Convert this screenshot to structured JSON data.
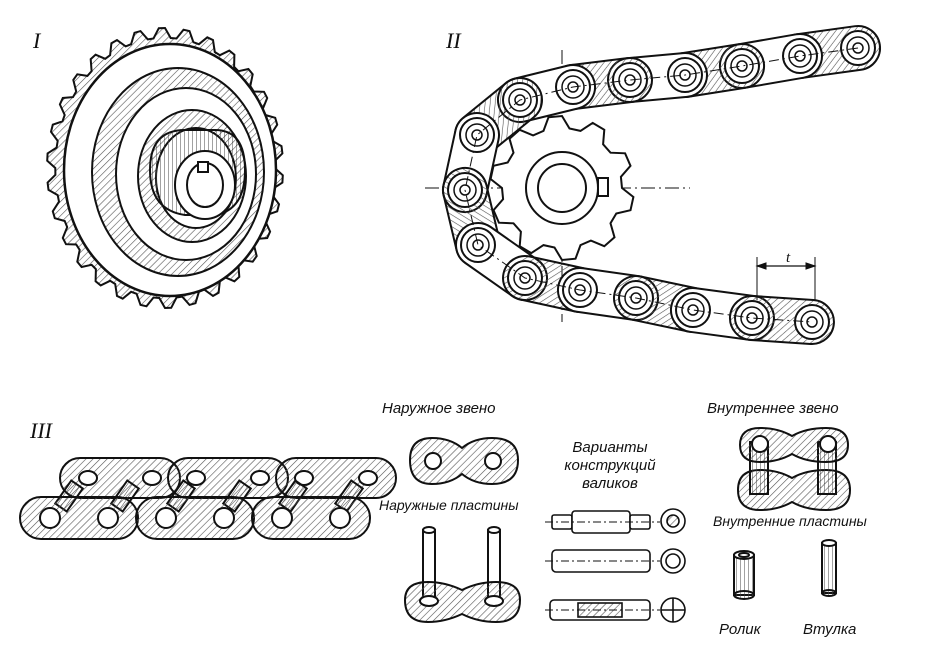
{
  "sections": {
    "sprocket": "I",
    "chain_drive": "II",
    "chain_parts": "III"
  },
  "pitch_label": "t",
  "labels": {
    "outer_link": "Наружное звено",
    "inner_link": "Внутреннее звено",
    "pin_variants_l1": "Варианты",
    "pin_variants_l2": "конструкций",
    "pin_variants_l3": "валиков",
    "outer_plates": "Наружные пластины",
    "inner_plates": "Внутренние пластины",
    "roller": "Ролик",
    "bushing": "Втулка"
  },
  "colors": {
    "ink": "#111111",
    "paper": "#ffffff",
    "hatch": "#555555"
  }
}
